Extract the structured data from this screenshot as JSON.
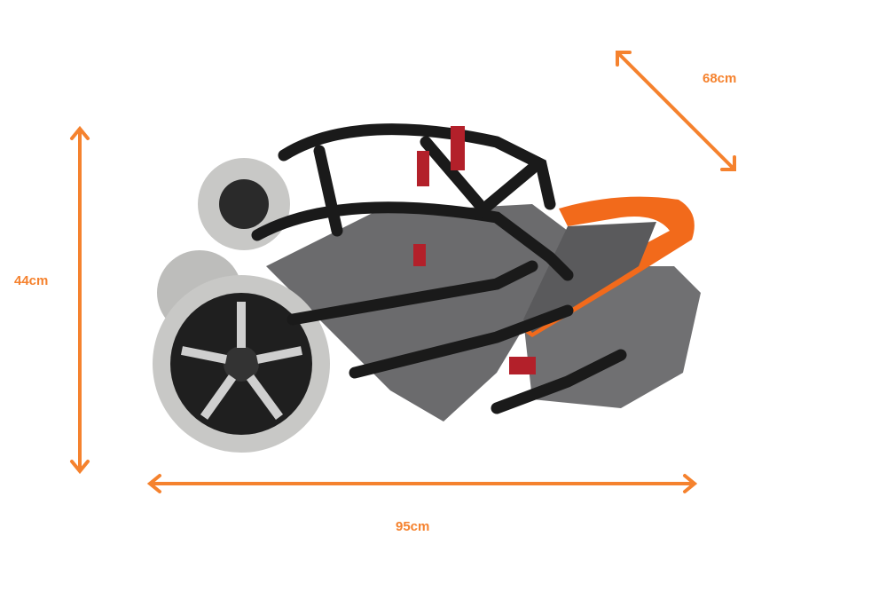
{
  "dimensions": {
    "height": "44cm",
    "length": "95cm",
    "depth": "68cm"
  },
  "colors": {
    "accent": "#F5822E",
    "frame": "#1a1a1a",
    "fabric": "#6b6b6d",
    "trim": "#F26A1B",
    "tire": "#c8c8c6",
    "clip": "#b3202a"
  }
}
